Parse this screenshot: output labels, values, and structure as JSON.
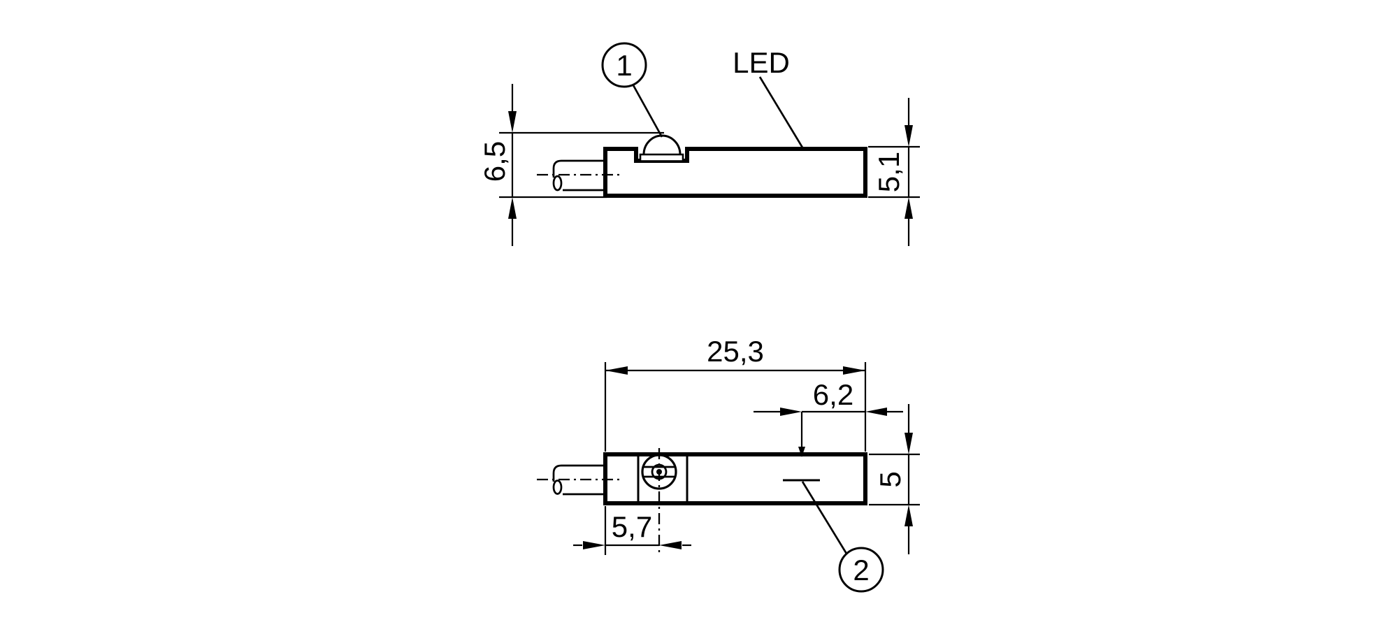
{
  "drawing": {
    "title": "sensor-dimension-drawing",
    "line_color": "#000000",
    "background_color": "#ffffff",
    "top_view": {
      "led_label": "LED",
      "callout_1": "1",
      "dim_overall_height": "6,5",
      "dim_housing_height": "5,1"
    },
    "bottom_view": {
      "callout_2": "2",
      "dim_length": "25,3",
      "dim_sensing_offset": "6,2",
      "dim_housing_width": "5",
      "dim_screw_offset": "5,7"
    }
  }
}
